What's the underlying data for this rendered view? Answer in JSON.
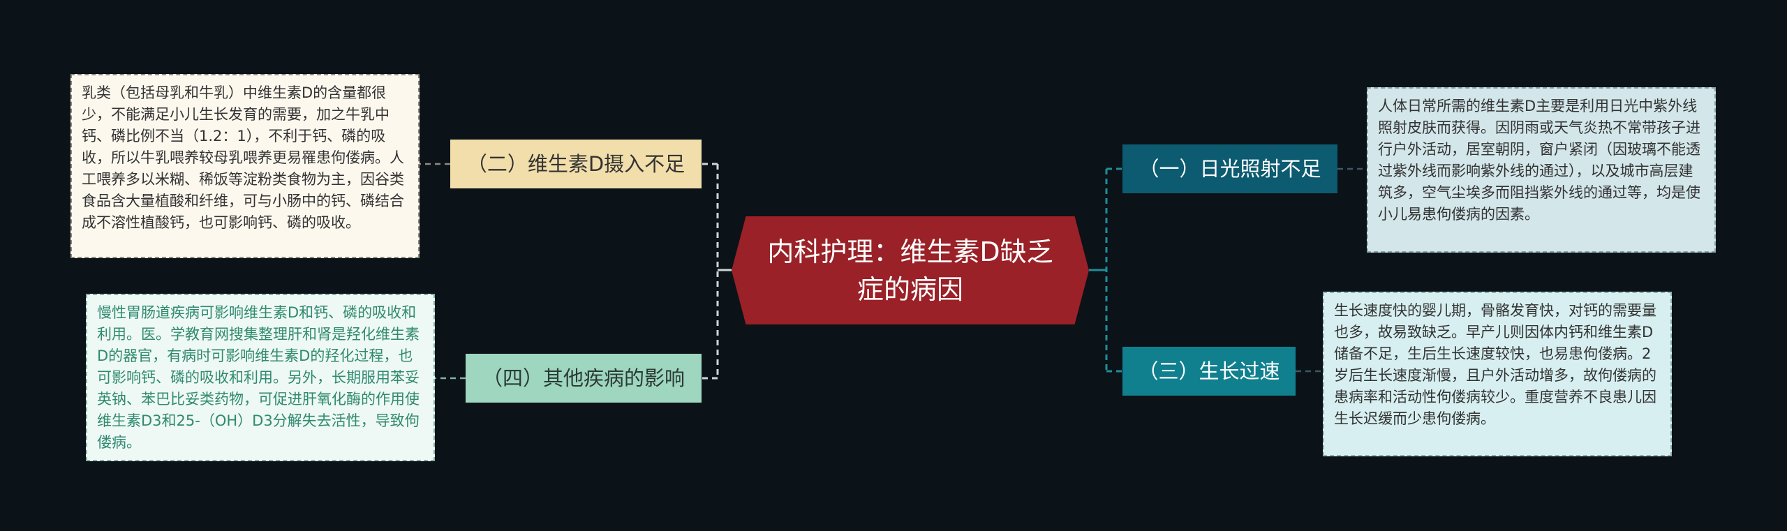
{
  "colors": {
    "background": "#0b1218",
    "root": "#9a2127",
    "branch_left_1": "#f1deaa",
    "branch_left_2": "#9fd6c0",
    "branch_right_1": "#0c5b70",
    "branch_right_2": "#10808f"
  },
  "root": {
    "title": "内科护理：维生素D缺乏症的病因"
  },
  "branches": {
    "left_1": {
      "label": "（二）维生素D摄入不足",
      "detail": "乳类（包括母乳和牛乳）中维生素D的含量都很少，不能满足小儿生长发育的需要，加之牛乳中钙、磷比例不当（1.2：1），不利于钙、磷的吸收，所以牛乳喂养较母乳喂养更易罹患佝偻病。人工喂养多以米糊、稀饭等淀粉类食物为主，因谷类食品含大量植酸和纤维，可与小肠中的钙、磷结合成不溶性植酸钙，也可影响钙、磷的吸收。"
    },
    "left_2": {
      "label": "（四）其他疾病的影响",
      "detail": "慢性胃肠道疾病可影响维生素D和钙、磷的吸收和利用。医。学教育网搜集整理肝和肾是羟化维生素D的器官，有病时可影响维生素D的羟化过程，也可影响钙、磷的吸收和利用。另外，长期服用苯妥英钠、苯巴比妥类药物，可促进肝氧化酶的作用使维生素D3和25-（OH）D3分解失去活性，导致佝偻病。"
    },
    "right_1": {
      "label": "（一）日光照射不足",
      "detail": "人体日常所需的维生素D主要是利用日光中紫外线照射皮肤而获得。因阴雨或天气炎热不常带孩子进行户外活动，居室朝阴，窗户紧闭（因玻璃不能透过紫外线而影响紫外线的通过），以及城市高层建筑多，空气尘埃多而阻挡紫外线的通过等，均是使小儿易患佝偻病的因素。"
    },
    "right_2": {
      "label": "（三）生长过速",
      "detail": "生长速度快的婴儿期，骨骼发育快，对钙的需要量也多，故易致缺乏。早产儿则因体内钙和维生素D储备不足，生后生长速度较快，也易患佝偻病。2岁后生长速度渐慢，且户外活动增多，故佝偻病的患病率和活动性佝偻病较少。重度营养不良患儿因生长迟缓而少患佝偻病。"
    }
  }
}
